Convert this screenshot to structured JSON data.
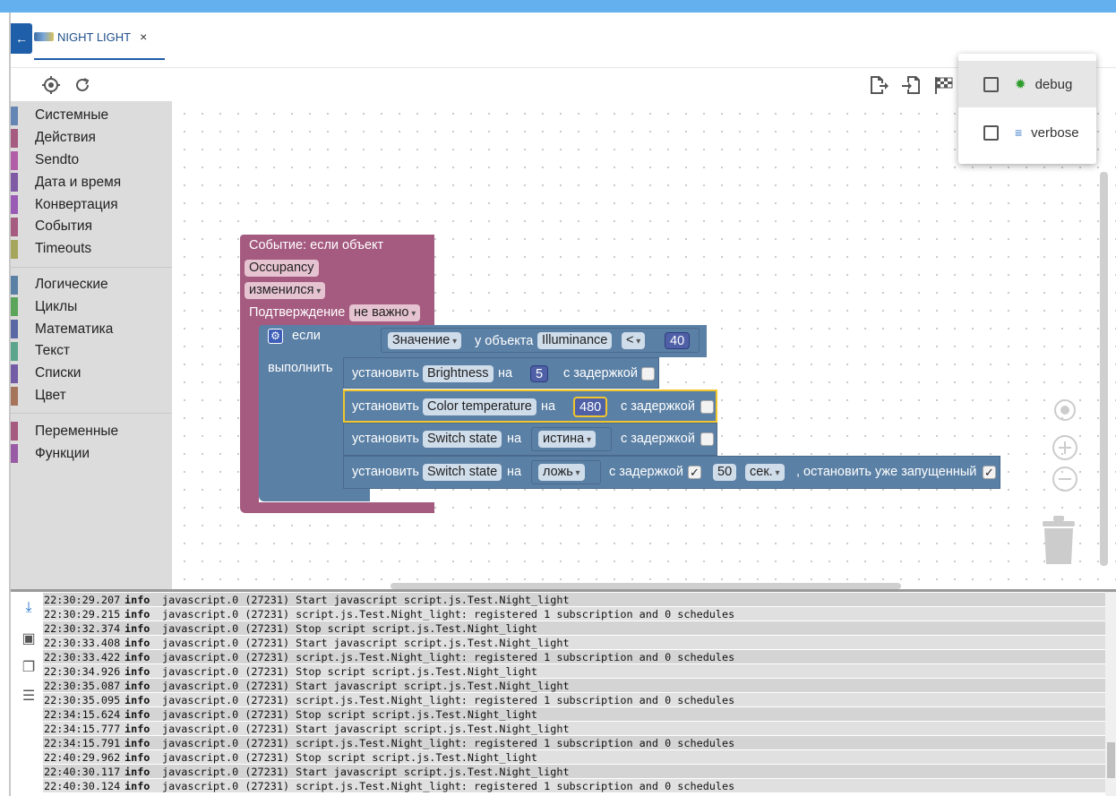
{
  "tab": {
    "title": "NIGHT LIGHT",
    "close": "×"
  },
  "categories_group1": [
    {
      "label": "Системные",
      "color": "#6586b4"
    },
    {
      "label": "Действия",
      "color": "#a65c81"
    },
    {
      "label": "Sendto",
      "color": "#b25da8"
    },
    {
      "label": "Дата и время",
      "color": "#805ba5"
    },
    {
      "label": "Конвертация",
      "color": "#9a5bb5"
    },
    {
      "label": "События",
      "color": "#a65c81"
    },
    {
      "label": "Timeouts",
      "color": "#a5a55b"
    }
  ],
  "categories_group2": [
    {
      "label": "Логические",
      "color": "#5b80a5"
    },
    {
      "label": "Циклы",
      "color": "#5ba55b"
    },
    {
      "label": "Математика",
      "color": "#5b67a5"
    },
    {
      "label": "Текст",
      "color": "#5ba58c"
    },
    {
      "label": "Списки",
      "color": "#745ba5"
    },
    {
      "label": "Цвет",
      "color": "#a5745b"
    }
  ],
  "categories_group3": [
    {
      "label": "Переменные",
      "color": "#a55b80"
    },
    {
      "label": "Функции",
      "color": "#995ba5"
    }
  ],
  "popup": {
    "debug": "debug",
    "verbose": "verbose"
  },
  "event_block": {
    "title": "Событие: если объект",
    "object": "Occupancy",
    "trigger": "изменился",
    "ack_label": "Подтверждение",
    "ack_value": "не важно"
  },
  "if_block": {
    "if_label": "если",
    "do_label": "выполнить",
    "value": "Значение",
    "of_object": "у объекта",
    "object": "Illuminance",
    "op": "<",
    "number": "40"
  },
  "set_blocks": [
    {
      "set": "установить",
      "target": "Brightness",
      "on": "на",
      "value": "5",
      "delay": "с задержкой"
    },
    {
      "set": "установить",
      "target": "Color temperature",
      "on": "на",
      "value": "480",
      "delay": "с задержкой"
    },
    {
      "set": "установить",
      "target": "Switch state",
      "on": "на",
      "value": "истина",
      "delay": "с задержкой"
    },
    {
      "set": "установить",
      "target": "Switch state",
      "on": "на",
      "value": "ложь",
      "delay": "с задержкой",
      "check": "✓",
      "delay_value": "50",
      "unit": "сек.",
      "stop_label": ", остановить уже запущенный",
      "stop_check": "✓"
    }
  ],
  "log": [
    {
      "time": "22:30:29.207",
      "level": "info",
      "msg": "javascript.0 (27231) Start javascript script.js.Test.Night_light"
    },
    {
      "time": "22:30:29.215",
      "level": "info",
      "msg": "javascript.0 (27231) script.js.Test.Night_light: registered 1 subscription and 0 schedules"
    },
    {
      "time": "22:30:32.374",
      "level": "info",
      "msg": "javascript.0 (27231) Stop script script.js.Test.Night_light"
    },
    {
      "time": "22:30:33.408",
      "level": "info",
      "msg": "javascript.0 (27231) Start javascript script.js.Test.Night_light"
    },
    {
      "time": "22:30:33.422",
      "level": "info",
      "msg": "javascript.0 (27231) script.js.Test.Night_light: registered 1 subscription and 0 schedules"
    },
    {
      "time": "22:30:34.926",
      "level": "info",
      "msg": "javascript.0 (27231) Stop script script.js.Test.Night_light"
    },
    {
      "time": "22:30:35.087",
      "level": "info",
      "msg": "javascript.0 (27231) Start javascript script.js.Test.Night_light"
    },
    {
      "time": "22:30:35.095",
      "level": "info",
      "msg": "javascript.0 (27231) script.js.Test.Night_light: registered 1 subscription and 0 schedules"
    },
    {
      "time": "22:34:15.624",
      "level": "info",
      "msg": "javascript.0 (27231) Stop script script.js.Test.Night_light"
    },
    {
      "time": "22:34:15.777",
      "level": "info",
      "msg": "javascript.0 (27231) Start javascript script.js.Test.Night_light"
    },
    {
      "time": "22:34:15.791",
      "level": "info",
      "msg": "javascript.0 (27231) script.js.Test.Night_light: registered 1 subscription and 0 schedules"
    },
    {
      "time": "22:40:29.962",
      "level": "info",
      "msg": "javascript.0 (27231) Stop script script.js.Test.Night_light"
    },
    {
      "time": "22:40:30.117",
      "level": "info",
      "msg": "javascript.0 (27231) Start javascript script.js.Test.Night_light"
    },
    {
      "time": "22:40:30.124",
      "level": "info",
      "msg": "javascript.0 (27231) script.js.Test.Night_light: registered 1 subscription and 0 schedules"
    }
  ]
}
